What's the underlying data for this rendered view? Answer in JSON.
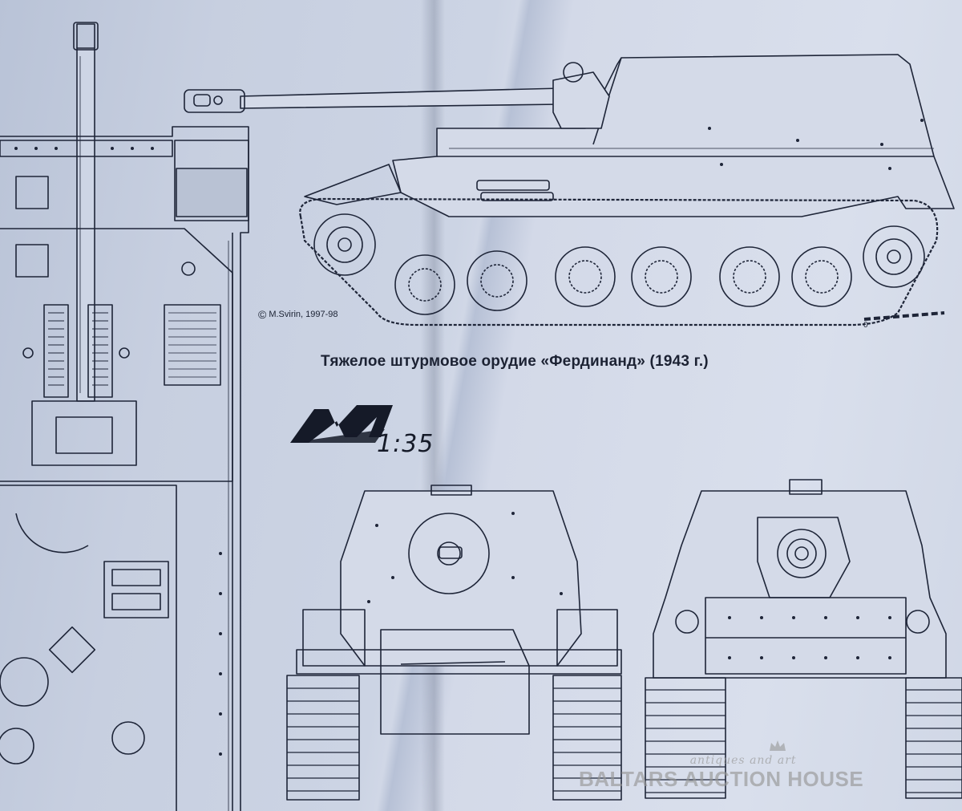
{
  "copyright": {
    "symbol": "©",
    "text": "M.Svirin, 1997-98"
  },
  "caption": "Тяжелое штурмовое орудие «Фердинанд» (1943 г.)",
  "logo": {
    "letter": "M",
    "scale": "1:35"
  },
  "watermark": {
    "tagline": "antiques and art",
    "name": "BALTARS AUCTION HOUSE"
  },
  "scale_bar_zero": "0"
}
